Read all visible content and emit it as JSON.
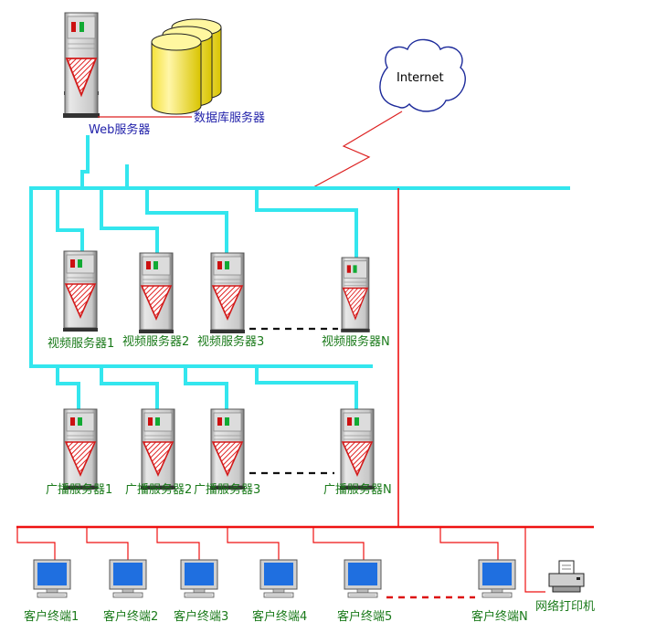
{
  "title": "",
  "labels": {
    "web_server": "Web服务器",
    "db_server": "数据库服务器",
    "internet": "Internet",
    "video_servers": [
      "视频服务器1",
      "视频服务器2",
      "视频服务器3",
      "视频服务器N"
    ],
    "broadcast_servers": [
      "广播服务器1",
      "广播服务器2",
      "广播服务器3",
      "广播服务器N"
    ],
    "clients": [
      "客户终端1",
      "客户终端2",
      "客户终端3",
      "客户终端4",
      "客户终端5",
      "客户终端N"
    ],
    "printer": "网络打印机"
  },
  "colors": {
    "backbone": "#33e6ee",
    "client_network": "#ee1111",
    "internet_link": "#dd2222",
    "label_green": "#1a7a1a",
    "label_blue": "#2222aa",
    "cloud": "#1c2a9a"
  }
}
